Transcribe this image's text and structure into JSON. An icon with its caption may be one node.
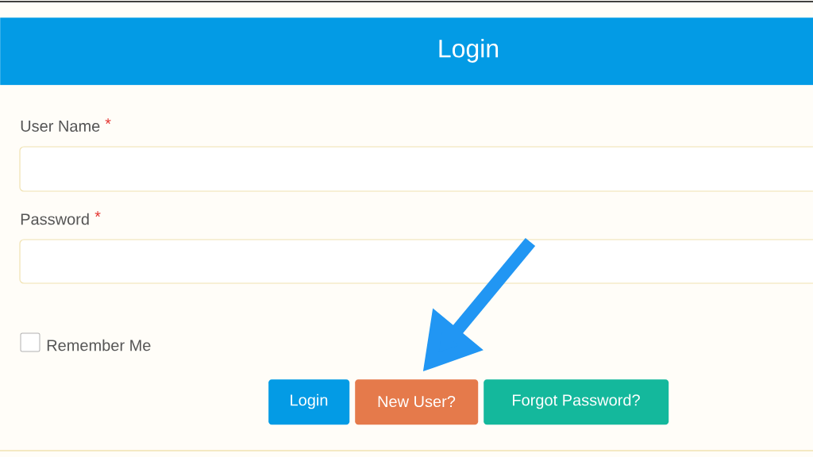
{
  "diagram": {
    "nodes": [
      {
        "text": [
          "Login"
        ]
      },
      {
        "text": [
          "Login"
        ]
      },
      {
        "text": [
          "New User?"
        ]
      },
      {
        "text": [
          "Forgot Password?"
        ]
      }
    ],
    "edges": [
      {
        "from": null,
        "to": 2,
        "arrow": "to",
        "color": "#2196f3"
      }
    ],
    "labels": [
      "User Name",
      "*",
      "Password",
      "*",
      "Remember Me"
    ]
  }
}
